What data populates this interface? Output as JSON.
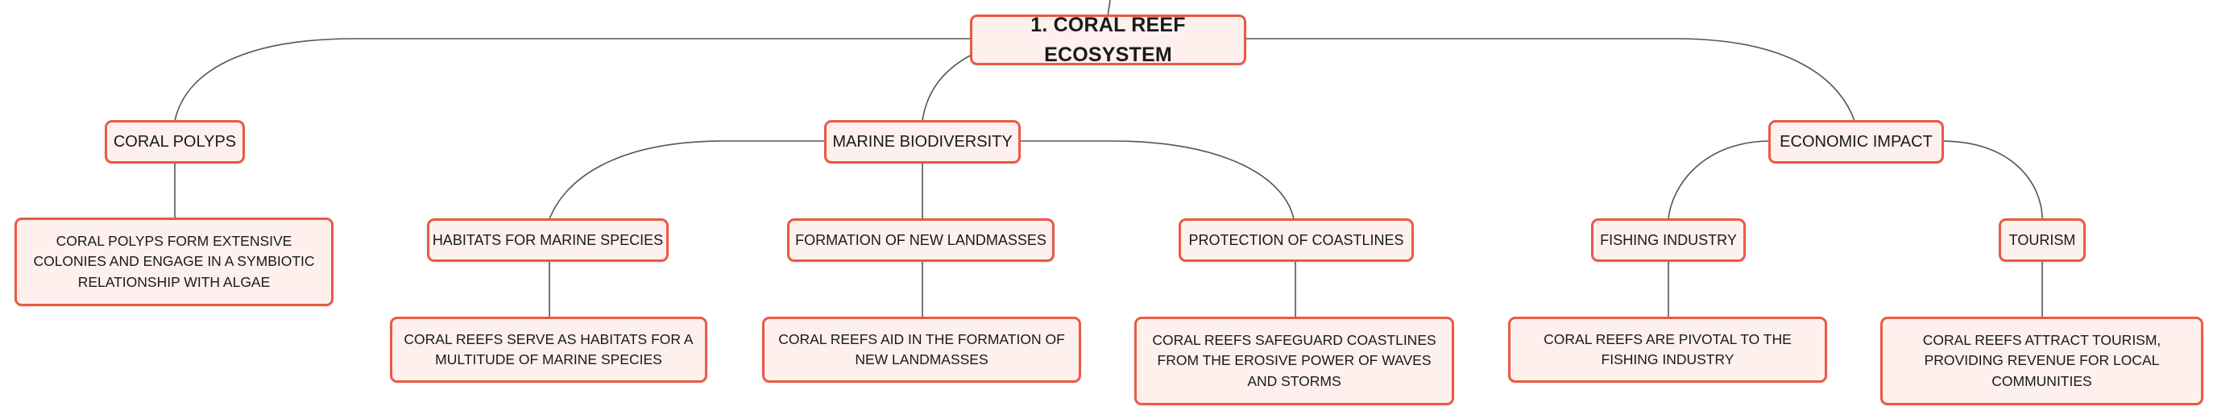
{
  "diagram": {
    "root": {
      "label": "1. CORAL REEF ECOSYSTEM"
    },
    "coral_polyps": {
      "label": "CORAL POLYPS",
      "detail": "CORAL POLYPS FORM EXTENSIVE COLONIES AND ENGAGE IN A SYMBIOTIC RELATIONSHIP WITH ALGAE"
    },
    "marine_biodiversity": {
      "label": "MARINE BIODIVERSITY",
      "habitats": {
        "label": "HABITATS FOR MARINE SPECIES",
        "detail": "CORAL REEFS SERVE AS HABITATS FOR A MULTITUDE OF MARINE SPECIES"
      },
      "landmasses": {
        "label": "FORMATION OF NEW LANDMASSES",
        "detail": "CORAL REEFS AID IN THE FORMATION OF NEW LANDMASSES"
      },
      "coastlines": {
        "label": "PROTECTION OF COASTLINES",
        "detail": "CORAL REEFS SAFEGUARD COASTLINES FROM THE EROSIVE POWER OF WAVES AND STORMS"
      }
    },
    "economic_impact": {
      "label": "ECONOMIC IMPACT",
      "fishing": {
        "label": "FISHING INDUSTRY",
        "detail": "CORAL REEFS ARE PIVOTAL TO THE FISHING INDUSTRY"
      },
      "tourism": {
        "label": "TOURISM",
        "detail": "CORAL REEFS ATTRACT TOURISM, PROVIDING REVENUE FOR LOCAL COMMUNITIES"
      }
    }
  },
  "colors": {
    "node_fill": "#fdf0ed",
    "node_border": "#ea5a44",
    "connector": "#555555",
    "text": "#1a1a1a"
  }
}
